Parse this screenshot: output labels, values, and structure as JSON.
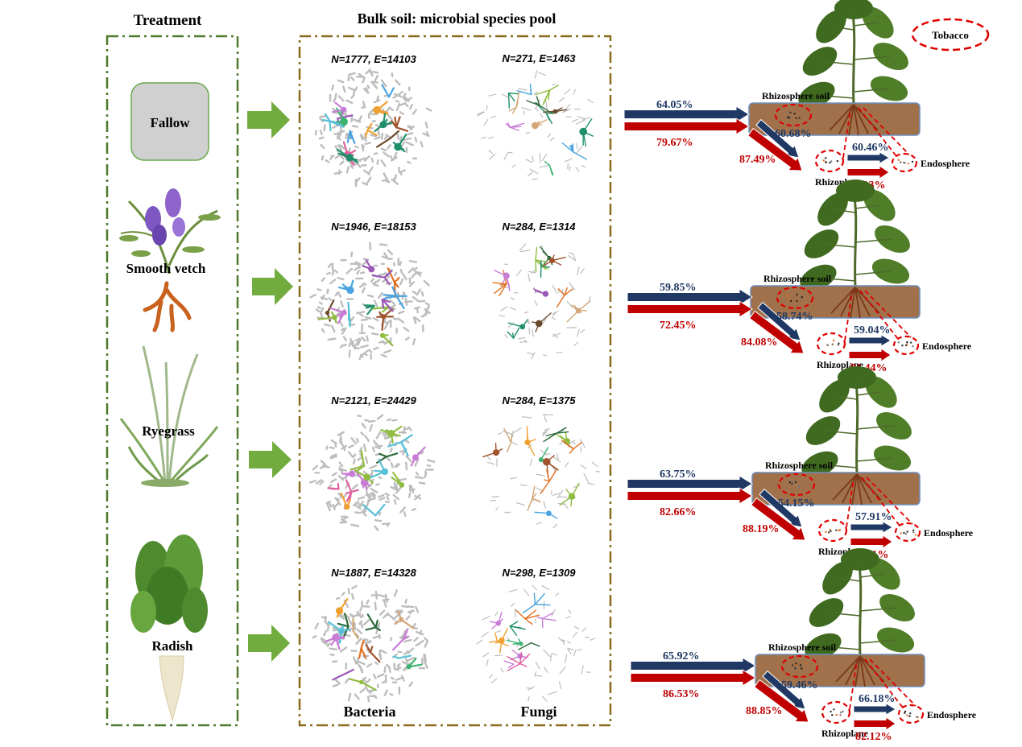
{
  "header": {
    "treatment_title": "Treatment",
    "bulk_title": "Bulk soil:  microbial species pool",
    "tobacco_label": "Tobacco"
  },
  "columns": {
    "bacteria_label": "Bacteria",
    "fungi_label": "Fungi"
  },
  "site_labels": {
    "rhizosphere": "Rhizosphere soil",
    "rhizoplane": "Rhizoplane",
    "endosphere": "Endosphere"
  },
  "colors": {
    "green_dash": "#4f7a2c",
    "brown_dash": "#8a6a1c",
    "green_arrow": "#72ac3f",
    "navy": "#1f3864",
    "red": "#c00000",
    "soil": "#a0714a",
    "highlight_red": "#e00000"
  },
  "rows": [
    {
      "treatment": "Fallow",
      "bacteria_stats": "N=1777, E=14103",
      "fungi_stats": "N=271, E=1463",
      "bacteria_to_rhizosphere": "64.05%",
      "fungi_to_rhizosphere": "79.67%",
      "bacteria_to_rhizoplane": "60.68%",
      "fungi_to_rhizoplane": "87.49%",
      "bacteria_to_endosphere": "60.46%",
      "fungi_to_endosphere": "74.03%"
    },
    {
      "treatment": "Smooth vetch",
      "bacteria_stats": "N=1946, E=18153",
      "fungi_stats": "N=284, E=1314",
      "bacteria_to_rhizosphere": "59.85%",
      "fungi_to_rhizosphere": "72.45%",
      "bacteria_to_rhizoplane": "58.74%",
      "fungi_to_rhizoplane": "84.08%",
      "bacteria_to_endosphere": "59.04%",
      "fungi_to_endosphere": "81.44%"
    },
    {
      "treatment": "Ryegrass",
      "bacteria_stats": "N=2121, E=24429",
      "fungi_stats": "N=284, E=1375",
      "bacteria_to_rhizosphere": "63.75%",
      "fungi_to_rhizosphere": "82.66%",
      "bacteria_to_rhizoplane": "54.15%",
      "fungi_to_rhizoplane": "88.19%",
      "bacteria_to_endosphere": "57.91%",
      "fungi_to_endosphere": "78.31%"
    },
    {
      "treatment": "Radish",
      "bacteria_stats": "N=1887, E=14328",
      "fungi_stats": "N=298, E=1309",
      "bacteria_to_rhizosphere": "65.92%",
      "fungi_to_rhizosphere": "86.53%",
      "bacteria_to_rhizoplane": "59.46%",
      "fungi_to_rhizoplane": "88.85%",
      "bacteria_to_endosphere": "66.18%",
      "fungi_to_endosphere": "82.12%"
    }
  ]
}
